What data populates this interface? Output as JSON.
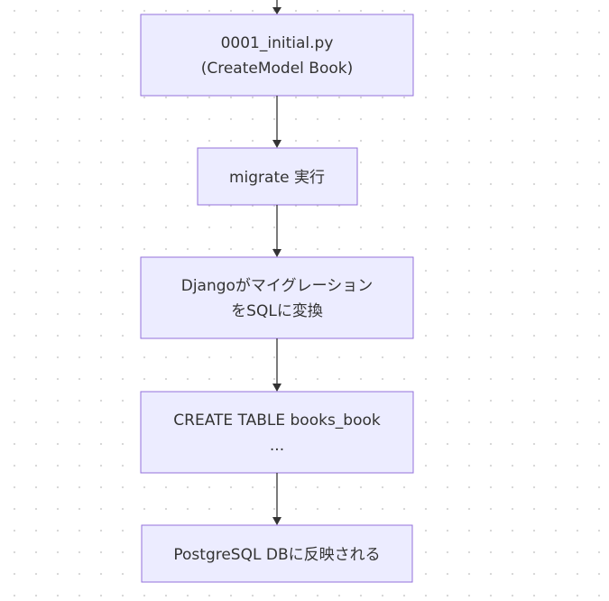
{
  "diagram": {
    "type": "flowchart",
    "direction": "top-down",
    "nodes": [
      {
        "id": "initial",
        "lines": [
          "0001_initial.py",
          "(CreateModel Book)"
        ]
      },
      {
        "id": "migrate",
        "lines": [
          "migrate 実行"
        ]
      },
      {
        "id": "convert",
        "lines": [
          "Djangoがマイグレーション",
          "をSQLに変換"
        ]
      },
      {
        "id": "create_table",
        "lines": [
          "CREATE TABLE books_book",
          "..."
        ]
      },
      {
        "id": "reflect",
        "lines": [
          "PostgreSQL DBに反映される"
        ]
      }
    ],
    "edges": [
      {
        "from": "initial",
        "to": "migrate"
      },
      {
        "from": "migrate",
        "to": "convert"
      },
      {
        "from": "convert",
        "to": "create_table"
      },
      {
        "from": "create_table",
        "to": "reflect"
      }
    ]
  }
}
